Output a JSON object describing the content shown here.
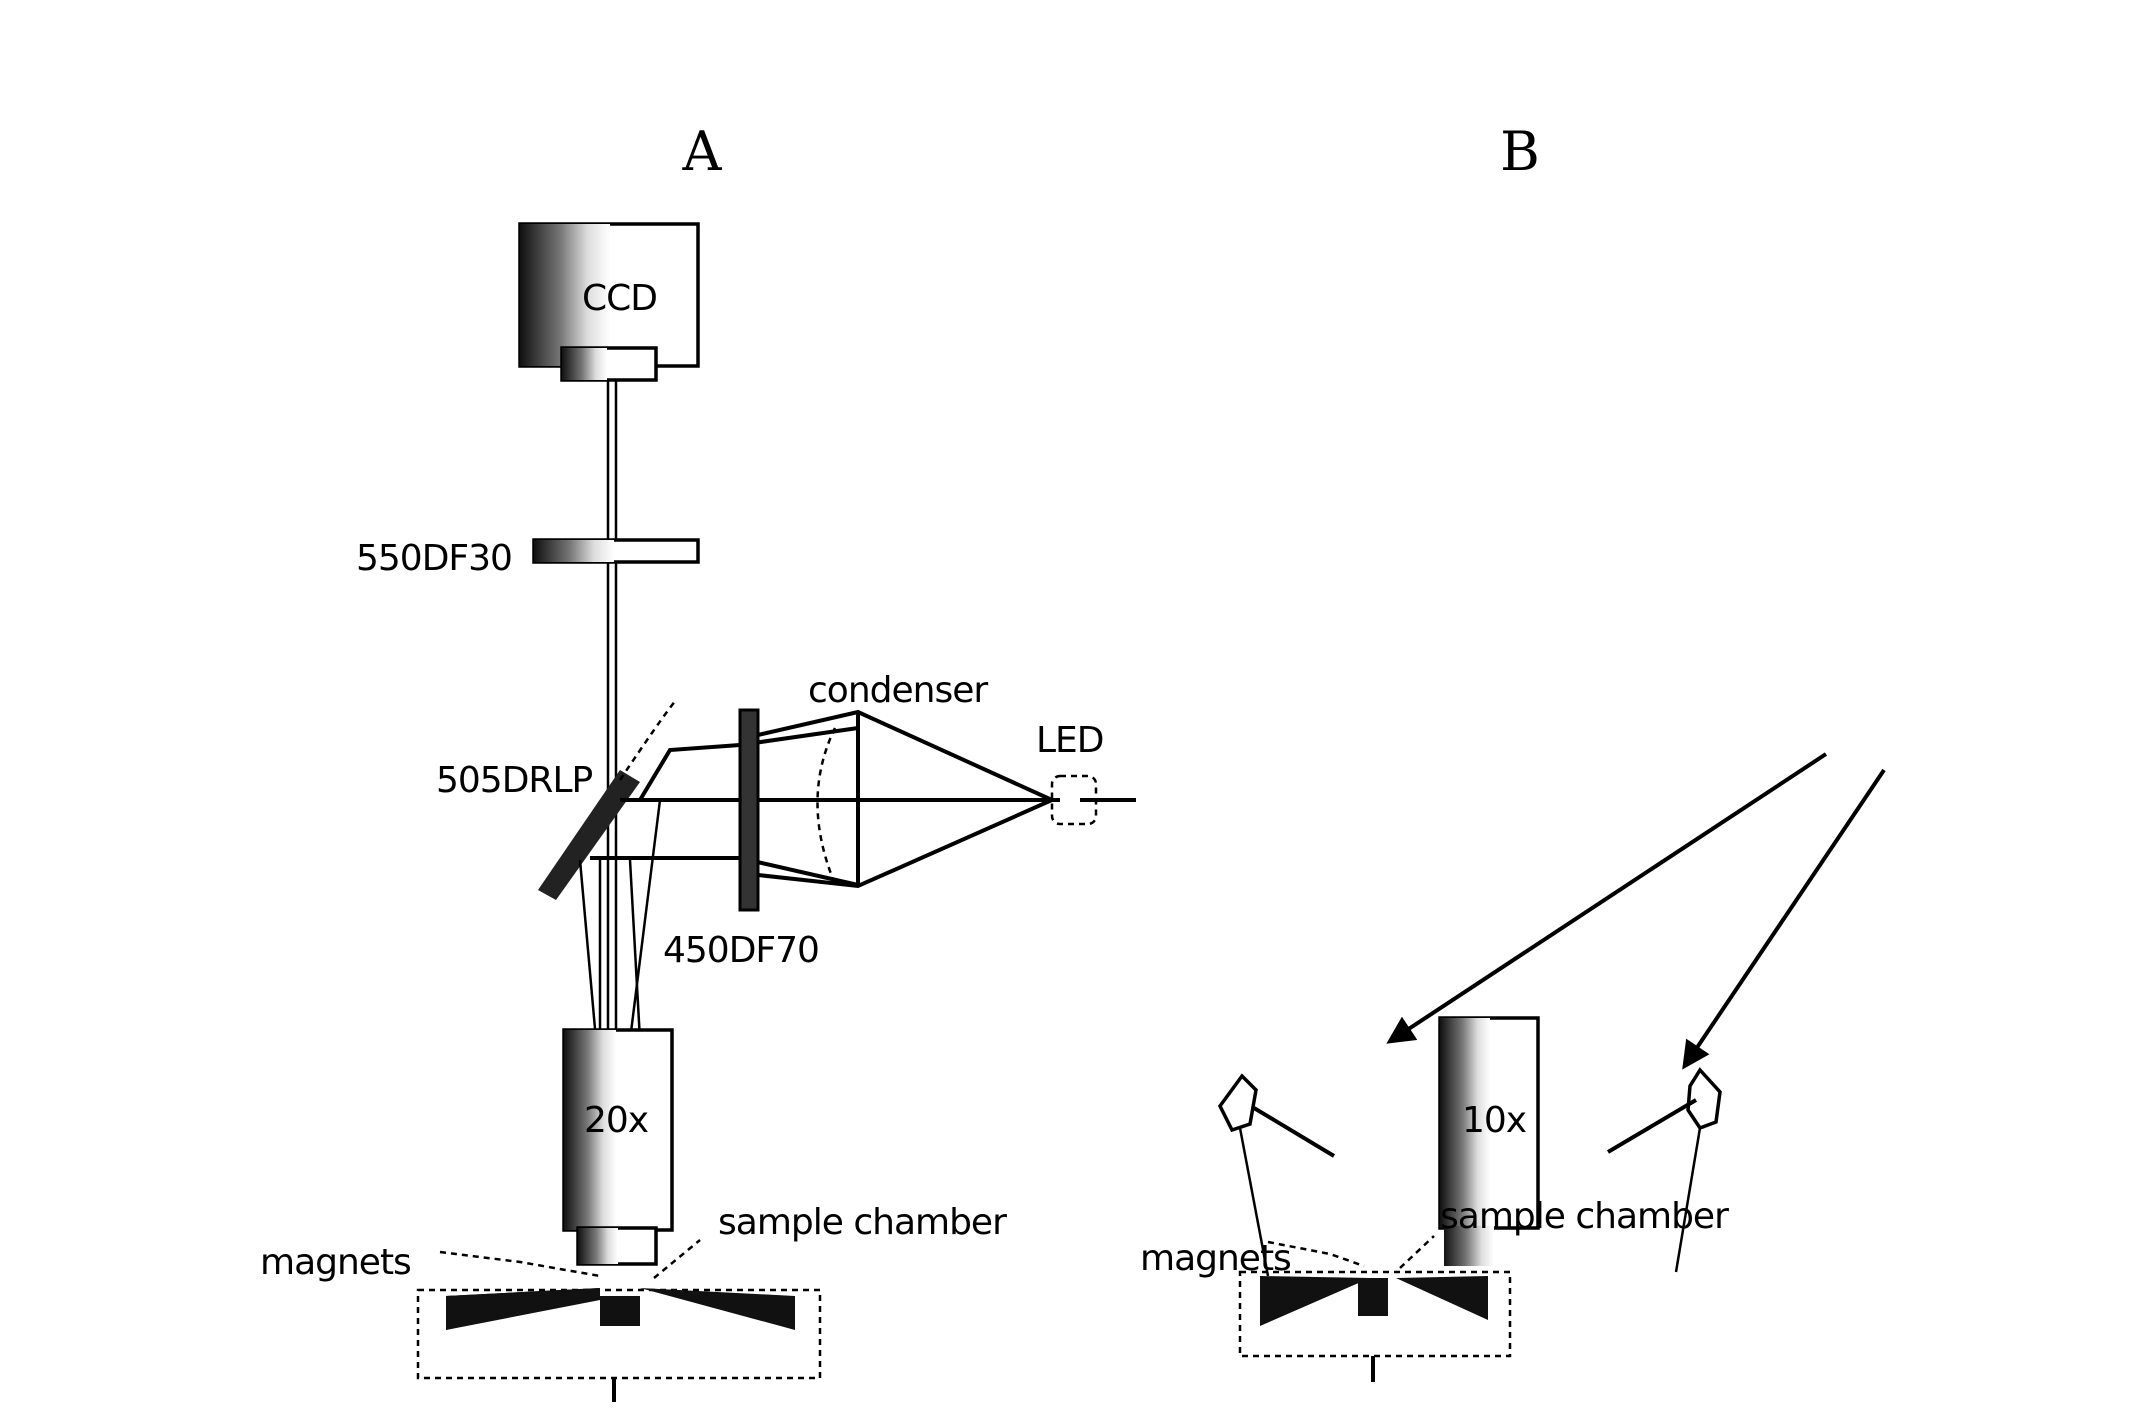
{
  "figure": {
    "panel_a": {
      "letter": "A",
      "labels": {
        "camera": "CCD",
        "emission_filter": "550DF30",
        "dichroic": "505DRLP",
        "condenser": "condenser",
        "light_source": "LED",
        "excitation_filter": "450DF70",
        "objective": "20x",
        "sample_chamber": "sample chamber",
        "magnets": "magnets"
      }
    },
    "panel_b": {
      "letter": "B",
      "labels": {
        "objective": "10x",
        "sample_chamber": "sample chamber",
        "magnets": "magnets"
      }
    }
  },
  "colors": {
    "ink": "#000000",
    "background": "#ffffff",
    "shade": "#8a8a8a"
  }
}
